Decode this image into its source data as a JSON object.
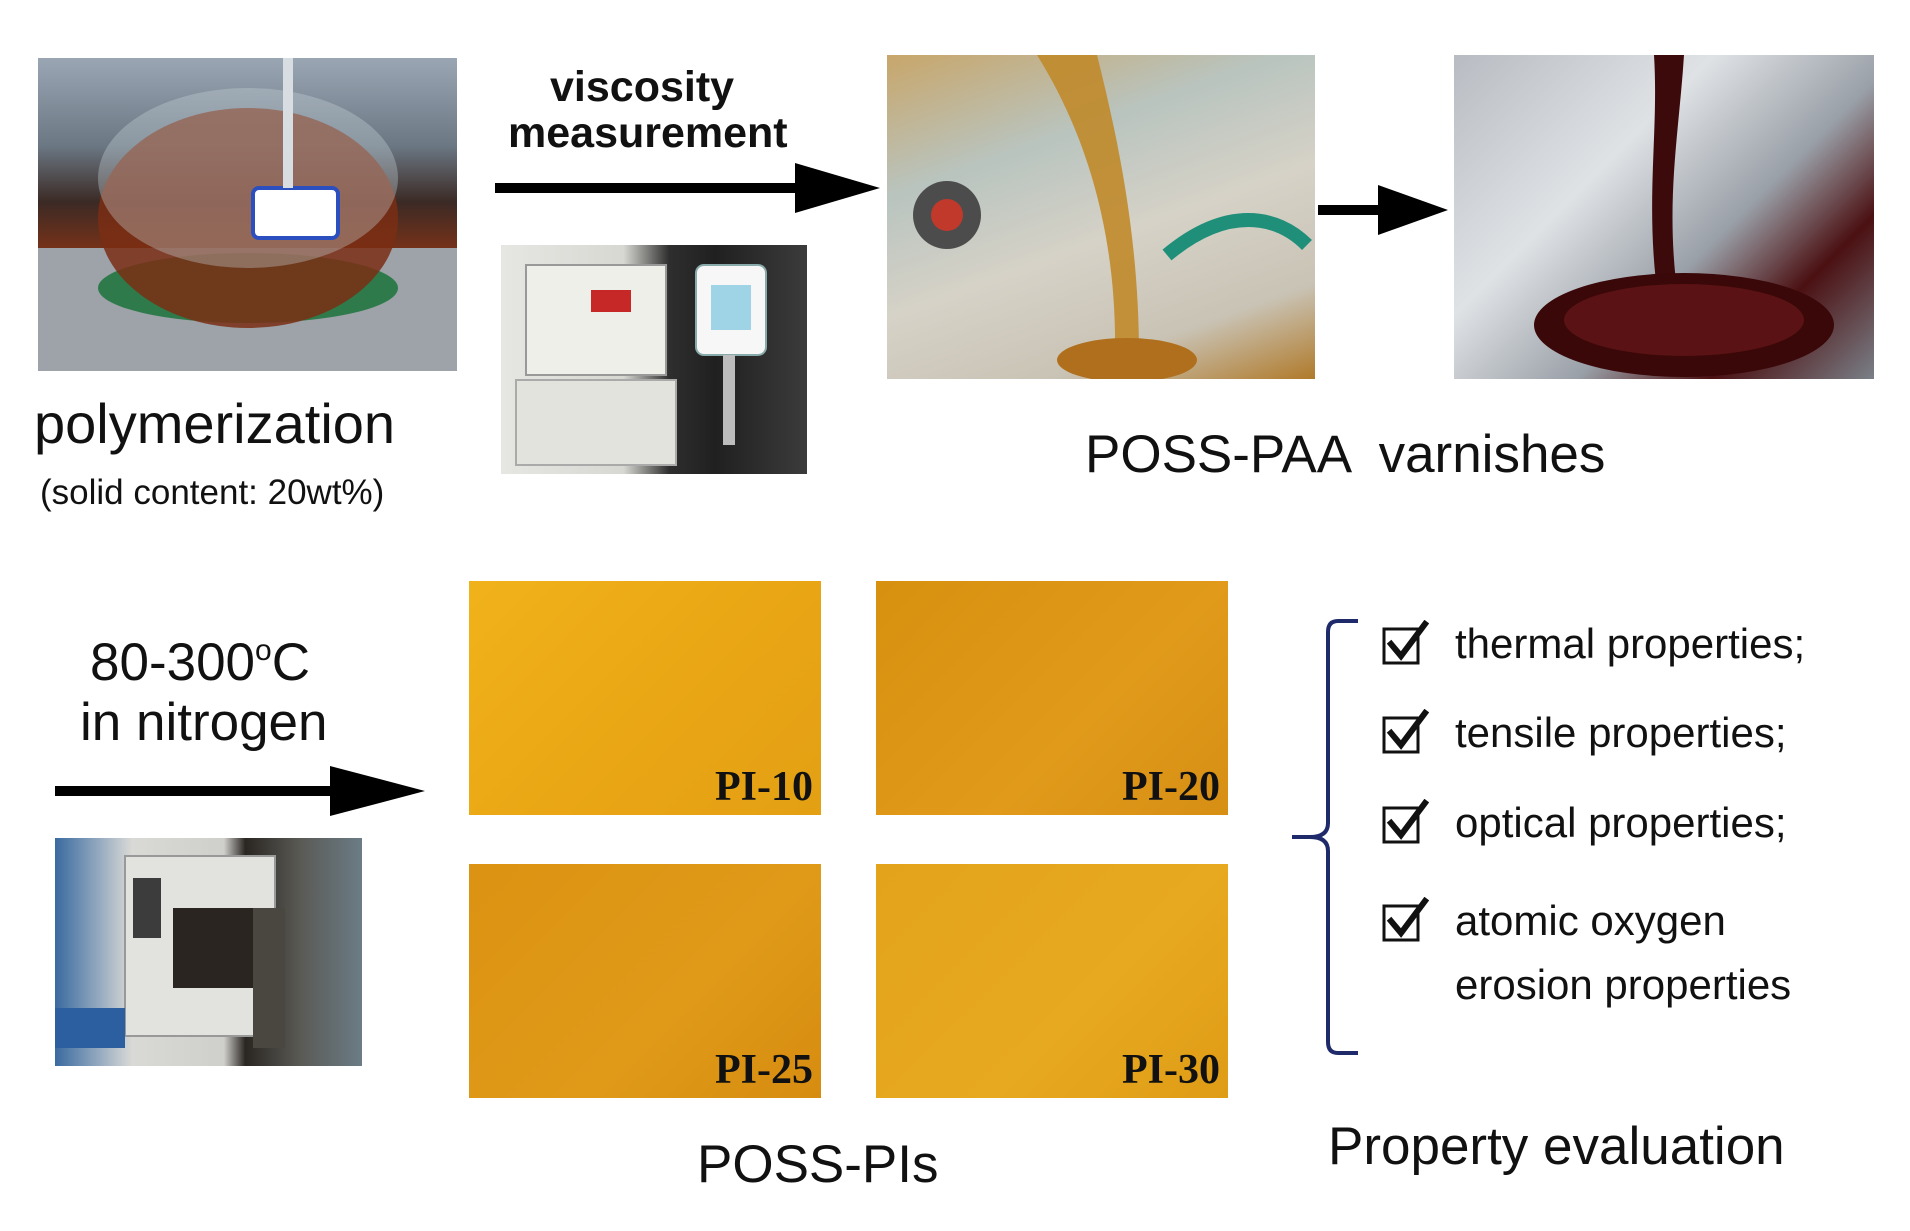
{
  "steps": {
    "polymerization": {
      "label": "polymerization",
      "note": "(solid content: 20wt%)"
    },
    "viscosity": {
      "line1": "viscosity",
      "line2": "measurement"
    },
    "varnish": {
      "label": "POSS-PAA  varnishes"
    },
    "curing": {
      "line1": "80-300",
      "sup": "o",
      "unit": "C",
      "line2": "in nitrogen"
    },
    "films": {
      "caption": "POSS-PIs",
      "items": [
        {
          "label": "PI-10",
          "color": "#ecac18"
        },
        {
          "label": "PI-20",
          "color": "#dc9516"
        },
        {
          "label": "PI-25",
          "color": "#dd9414"
        },
        {
          "label": "PI-30",
          "color": "#e5a61d"
        }
      ]
    }
  },
  "evaluation": {
    "title": "Property evaluation",
    "items": [
      {
        "line1": "thermal properties;",
        "line2": ""
      },
      {
        "line1": "tensile properties;",
        "line2": ""
      },
      {
        "line1": "optical properties;",
        "line2": ""
      },
      {
        "line1": "atomic oxygen",
        "line2": "erosion properties"
      }
    ],
    "brace_color": "#1f2a6b"
  }
}
